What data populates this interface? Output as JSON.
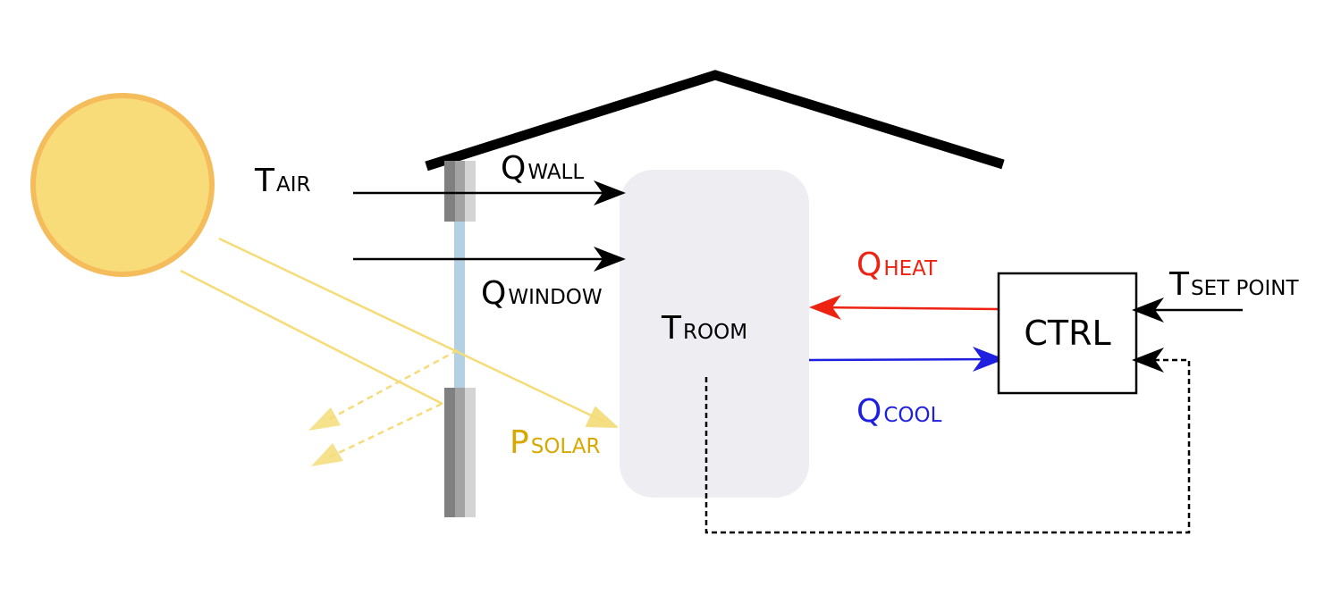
{
  "labels": {
    "t_air": {
      "main": "T",
      "sub": "AIR"
    },
    "q_wall": {
      "main": "Q",
      "sub": "WALL"
    },
    "q_window": {
      "main": "Q",
      "sub": "WINDOW"
    },
    "p_solar": {
      "main": "P",
      "sub": "SOLAR"
    },
    "t_room": {
      "main": "T",
      "sub": "ROOM"
    },
    "q_heat": {
      "main": "Q",
      "sub": "HEAT"
    },
    "q_cool": {
      "main": "Q",
      "sub": "COOL"
    },
    "t_set_point": {
      "main": "T",
      "sub": "SET POINT"
    },
    "ctrl": "CTRL"
  },
  "colors": {
    "sun_fill": "#f9dc7a",
    "sun_stroke": "#f5bc5c",
    "solar_ray": "#f5dc78",
    "solar_text": "#d9a800",
    "heat": "#ee2211",
    "cool": "#1f1fe0",
    "room_fill": "#ededf2",
    "window_glass": "#b3d1e3",
    "wall_dark": "#808080",
    "wall_mid": "#a3a3a3",
    "wall_light": "#d4d4d4",
    "line": "#000000"
  }
}
